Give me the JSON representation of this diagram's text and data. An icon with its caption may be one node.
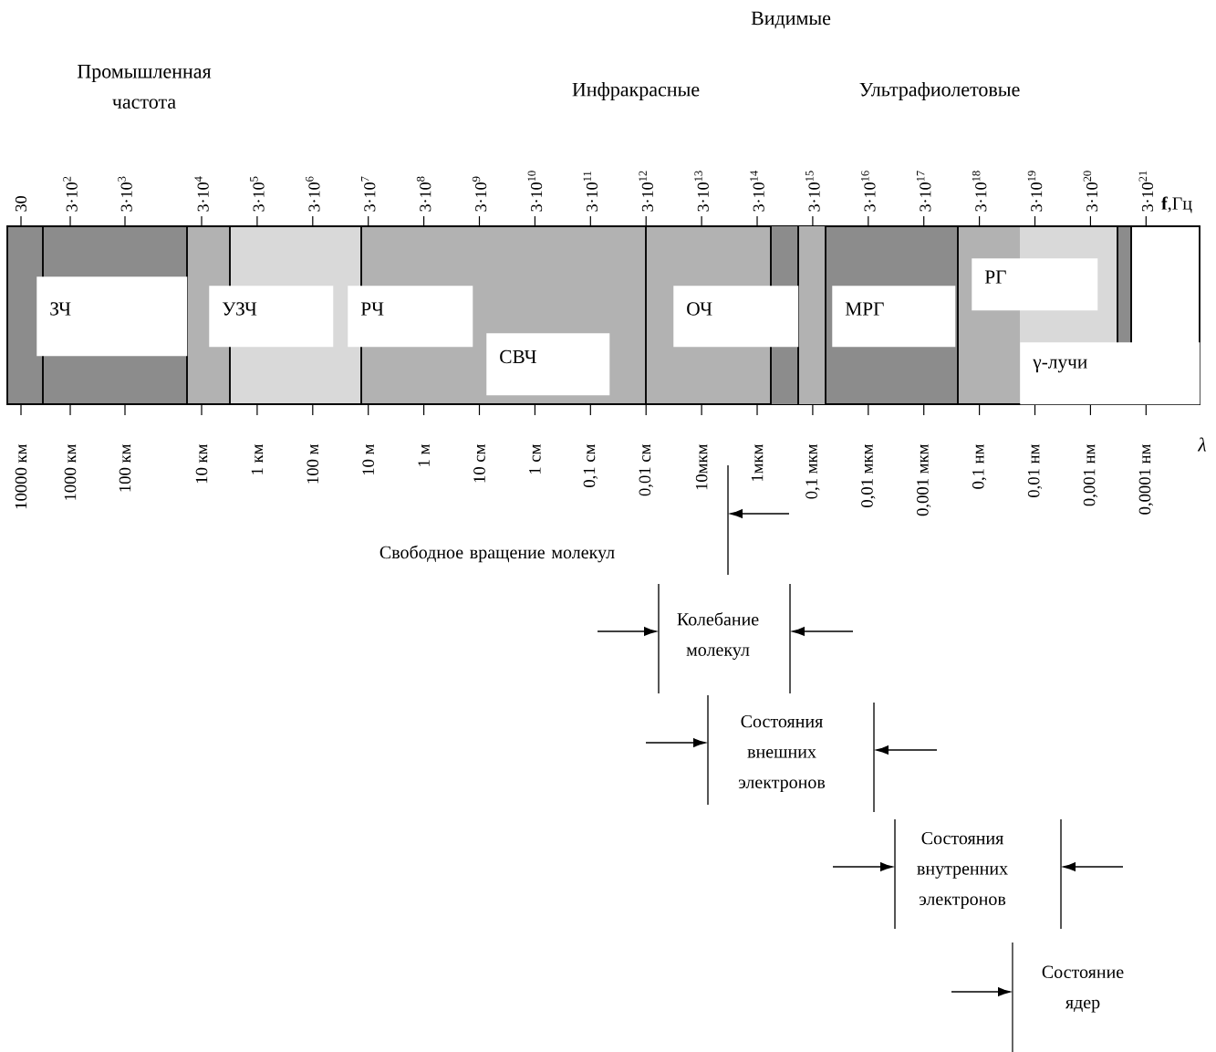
{
  "diagram": {
    "nodes": [
      {
        "text": [
          "ЗЧ"
        ]
      },
      {
        "text": [
          "УЗЧ"
        ]
      },
      {
        "text": [
          "РЧ"
        ]
      },
      {
        "text": [
          "СВЧ"
        ]
      },
      {
        "text": [
          "ОЧ"
        ]
      },
      {
        "text": [
          "МРГ"
        ]
      },
      {
        "text": [
          "РГ"
        ]
      },
      {
        "text": [
          "γ-лучи"
        ]
      }
    ],
    "labels": [
      "Видимые",
      "Промышленная частота",
      "Инфракрасные",
      "Ультрафиолетовые",
      "30",
      "3·10$^{2}$",
      "3·10$^{3}$",
      "3·10$^{4}$",
      "3·10$^{5}$",
      "3·10$^{6}$",
      "3·10$^{7}$",
      "3·10$^{8}$",
      "3·10$^{9}$",
      "3·10$^{10}$",
      "3·10$^{11}$",
      "3·10$^{12}$",
      "3·10$^{13}$",
      "3·10$^{14}$",
      "3·10$^{15}$",
      "3·10$^{16}$",
      "3·10$^{17}$",
      "3·10$^{18}$",
      "3·10$^{19}$",
      "3·10$^{20}$",
      "3·10$^{21}$",
      "**f**,Гц",
      "10000 км",
      "1000 км",
      "100 км",
      "10 км",
      "1 км",
      "100 м",
      "10 м",
      "1 м",
      "10 см",
      "1 см",
      "0,1 см",
      "0,01 см",
      "10мкм",
      "1мкм",
      "0,1 мкм",
      "0,01 мкм",
      "0,001 мкм",
      "0,1 нм",
      "0,01 нм",
      "0,001 нм",
      "0,0001 нм",
      "λ",
      "Свободное вращение молекул",
      "Колебание молекул",
      "Состояния внешних электронов",
      "Состояния внутренних электронов",
      "Состояние ядер"
    ]
  }
}
